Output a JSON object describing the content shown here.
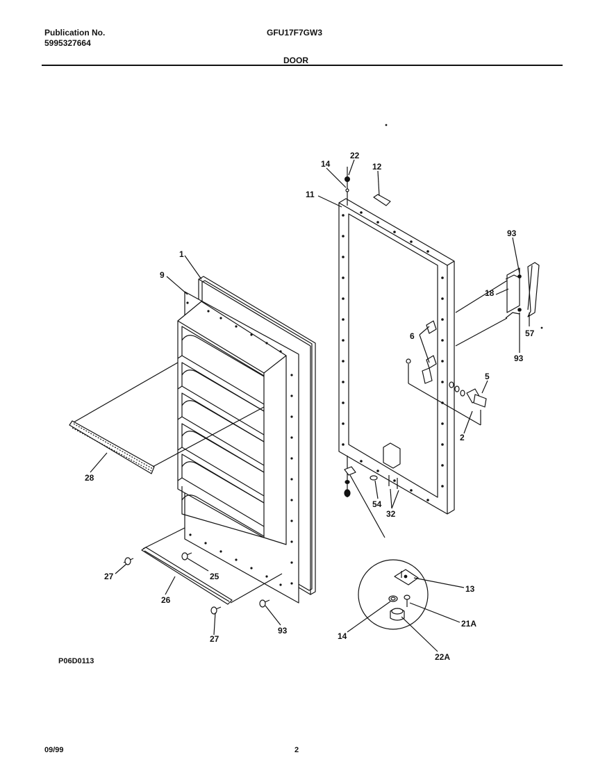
{
  "header": {
    "publication_label": "Publication No.",
    "publication_number": "5995327664",
    "model": "GFU17F7GW3",
    "section": "DOOR"
  },
  "footer": {
    "drawing_code": "P06D0113",
    "date": "09/99",
    "page": "2"
  },
  "callouts": {
    "c1": "1",
    "c9": "9",
    "c28": "28",
    "c27a": "27",
    "c25": "25",
    "c26": "26",
    "c27b": "27",
    "c93a": "93",
    "c14a": "14",
    "c22": "22",
    "c12": "12",
    "c11": "11",
    "c93b": "93",
    "c18": "18",
    "c57": "57",
    "c93c": "93",
    "c6": "6",
    "c5": "5",
    "c2": "2",
    "c54": "54",
    "c32": "32",
    "c13": "13",
    "c14b": "14",
    "c21a": "21A",
    "c22a": "22A"
  }
}
